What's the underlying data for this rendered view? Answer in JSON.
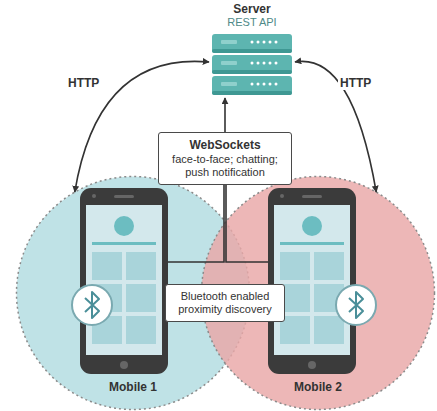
{
  "diagram": {
    "nodes": [
      {
        "text": [
          "Server",
          "REST API"
        ]
      },
      {
        "text": [
          "Mobile 1"
        ]
      },
      {
        "text": [
          "Mobile 2"
        ]
      },
      {
        "text": [
          "WebSockets",
          "face-to-face; chatting; push notification"
        ]
      },
      {
        "text": [
          "Bluetooth enabled proximity discovery"
        ]
      }
    ],
    "edges": [
      {
        "from": 0,
        "to": 1,
        "label": "HTTP",
        "arrow": "both"
      },
      {
        "from": 0,
        "to": 2,
        "label": "HTTP",
        "arrow": "both"
      },
      {
        "from": 1,
        "to": 3,
        "arrow": "none"
      },
      {
        "from": 2,
        "to": 3,
        "arrow": "none"
      },
      {
        "from": 3,
        "to": 0,
        "arrow": "to"
      }
    ]
  }
}
